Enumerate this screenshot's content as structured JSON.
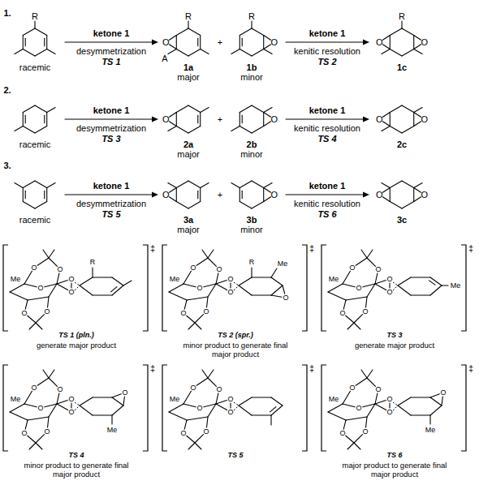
{
  "diagram": {
    "labels": [
      "1.",
      "R",
      "racemic",
      "ketone 1",
      "desymmetrization",
      "TS 1",
      "R",
      "O",
      "A",
      "1a",
      "major",
      "+",
      "R",
      "O",
      "1b",
      "minor",
      "ketone 1",
      "kenitic resolution",
      "TS 2",
      "R",
      "O",
      "O",
      "1c",
      "2.",
      "racemic",
      "ketone 1",
      "desymmetrization",
      "TS 3",
      "O",
      "2a",
      "major",
      "+",
      "O",
      "2b",
      "minor",
      "ketone 1",
      "kenitic resolution",
      "TS 4",
      "O",
      "O",
      "2c",
      "3.",
      "racemic",
      "ketone 1",
      "desymmetrization",
      "TS 5",
      "O",
      "3a",
      "major",
      "+",
      "O",
      "3b",
      "minor",
      "ketone 1",
      "kenitic resolution",
      "TS 6",
      "O",
      "O",
      "3c",
      "‡",
      "O",
      "O",
      "O",
      "O",
      "O",
      "O",
      "O",
      "Me",
      "R",
      "TS 1 (pln.)",
      "generate major product",
      "‡",
      "O",
      "O",
      "O",
      "O",
      "O",
      "O",
      "O",
      "Me",
      "R",
      "Me",
      "O",
      "TS 2 (spr.)",
      "minor product to generate final major product",
      "‡",
      "O",
      "O",
      "O",
      "O",
      "O",
      "O",
      "O",
      "Me",
      "Me",
      "TS 3",
      "generate major product",
      "‡",
      "O",
      "O",
      "O",
      "O",
      "O",
      "O",
      "O",
      "Me",
      "O",
      "Me",
      "TS 4",
      "minor product to generate final major product",
      "‡",
      "O",
      "O",
      "O",
      "O",
      "O",
      "O",
      "O",
      "Me",
      "TS 5",
      "‡",
      "O",
      "O",
      "O",
      "O",
      "O",
      "O",
      "O",
      "Me",
      "O",
      "Me",
      "TS 6",
      "major product to generate final major product"
    ]
  }
}
